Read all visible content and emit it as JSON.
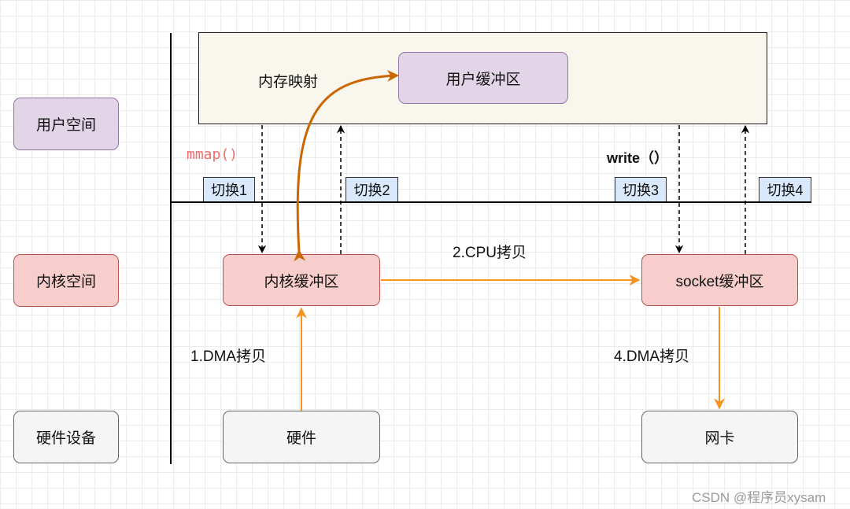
{
  "rows": {
    "user_space": "用户空间",
    "kernel_space": "内核空间",
    "hardware_device": "硬件设备"
  },
  "user_area": {
    "memory_map_label": "内存映射",
    "user_buffer": "用户缓冲区"
  },
  "calls": {
    "mmap": "mmap()",
    "write": "write（）"
  },
  "switches": [
    "切换1",
    "切换2",
    "切换3",
    "切换4"
  ],
  "kernel": {
    "kernel_buffer": "内核缓冲区",
    "socket_buffer": "socket缓冲区"
  },
  "copies": {
    "dma_copy_1": "1.DMA拷贝",
    "cpu_copy_2": "2.CPU拷贝",
    "dma_copy_4": "4.DMA拷贝"
  },
  "hardware": {
    "hardware": "硬件",
    "nic": "网卡"
  },
  "watermark": "CSDN @程序员xysam",
  "colors": {
    "arrow_orange": "#f7931e",
    "arrow_mmap": "#cc6600",
    "user_fill": "#e1d5e7",
    "kernel_fill": "#f8cecc",
    "hardware_fill": "#f5f5f5",
    "switch_fill": "#dae8fc",
    "container_fill": "#f9f7ed"
  }
}
